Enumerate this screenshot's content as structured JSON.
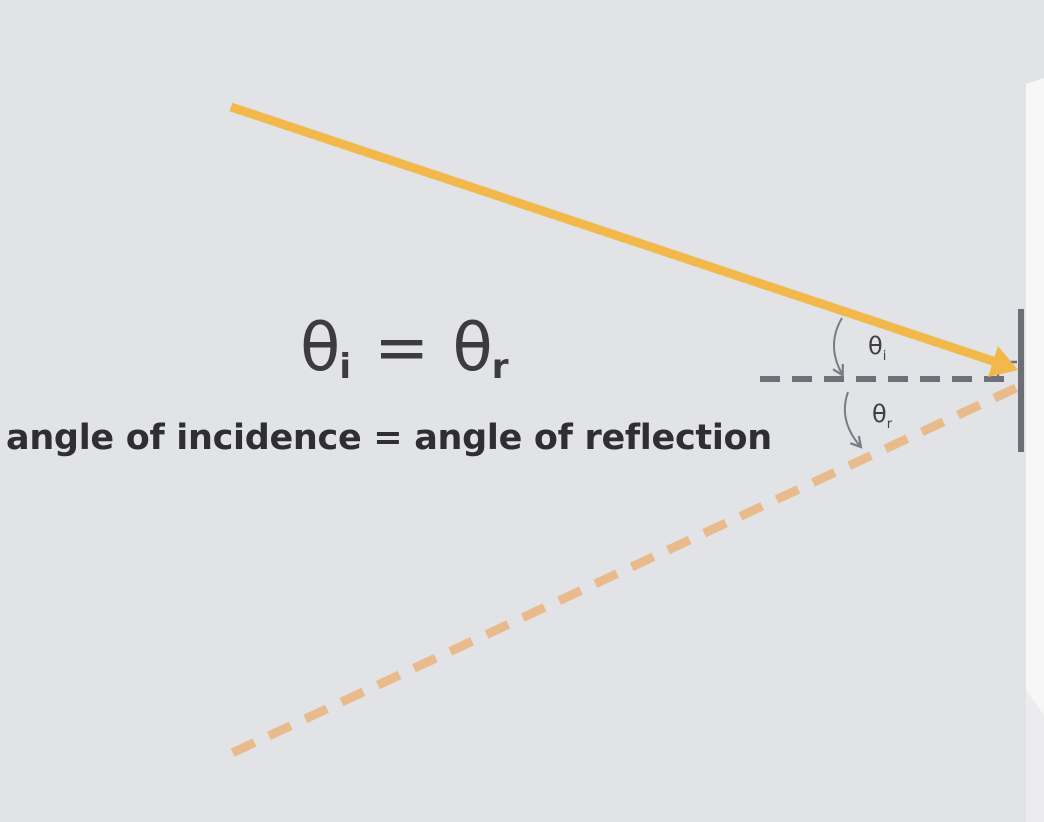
{
  "formula": {
    "lhs_symbol": "θ",
    "lhs_sub": "i",
    "equals": "=",
    "rhs_symbol": "θ",
    "rhs_sub": "r"
  },
  "caption": "angle of incidence = angle of reflection",
  "angle_labels": {
    "incidence": {
      "symbol": "θ",
      "sub": "i"
    },
    "reflection": {
      "symbol": "θ",
      "sub": "r"
    }
  },
  "colors": {
    "background": "#e1e3e6",
    "incident_ray": "#f2b84b",
    "reflected_ray": "#e9bb8c",
    "normal_line": "#6f7179",
    "mirror": "#6c6e76",
    "panel": "#f7f7f8"
  }
}
